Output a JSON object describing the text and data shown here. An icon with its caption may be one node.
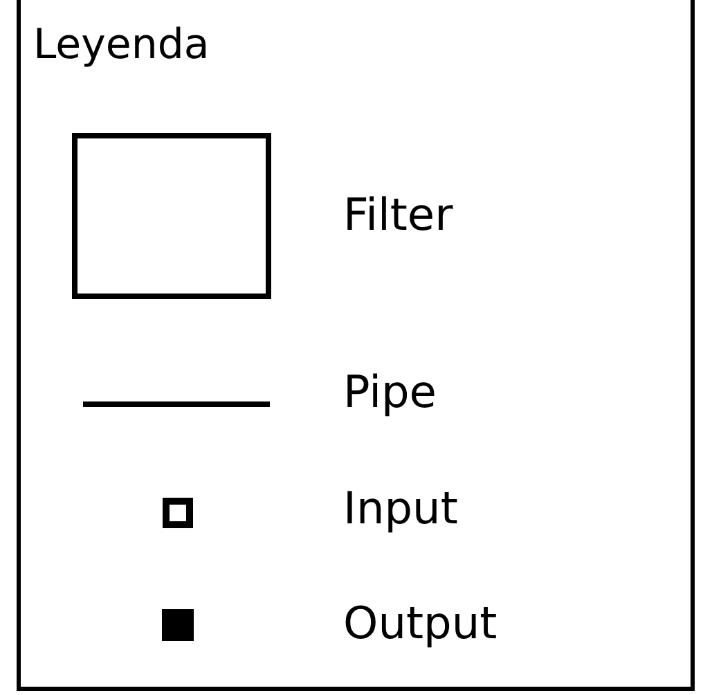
{
  "diagram": {
    "title": "Leyenda",
    "legend": [
      {
        "text": "Filter"
      },
      {
        "text": "Pipe"
      },
      {
        "text": "Input"
      },
      {
        "text": "Output"
      }
    ]
  }
}
